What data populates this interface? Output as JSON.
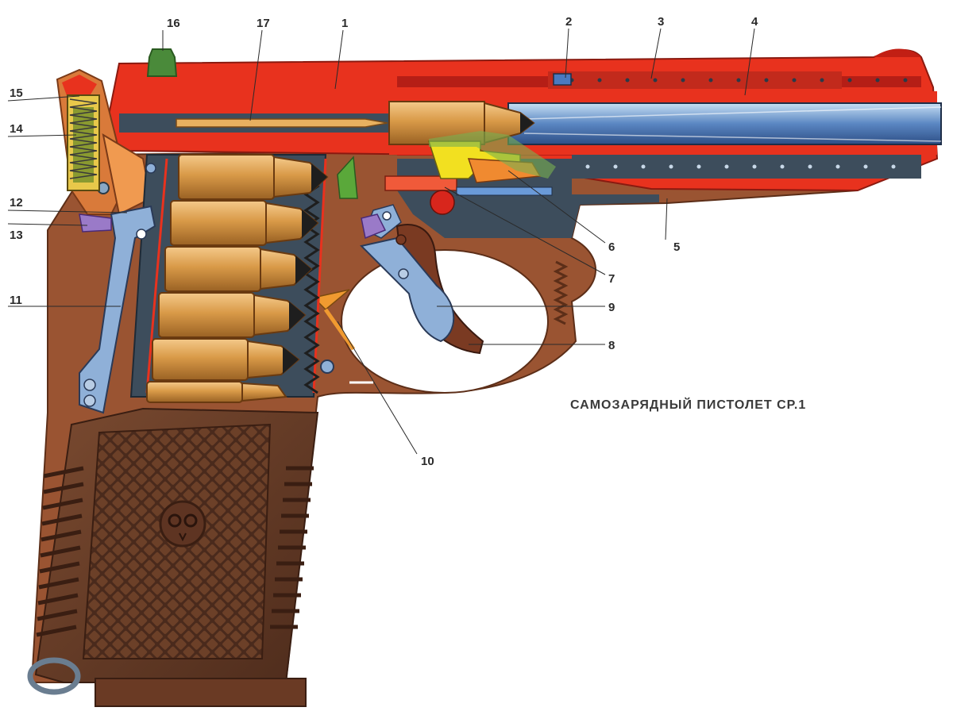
{
  "caption": "САМОЗАРЯДНЫЙ ПИСТОЛЕТ СР.1",
  "callouts": {
    "n1": "1",
    "n2": "2",
    "n3": "3",
    "n4": "4",
    "n5": "5",
    "n6": "6",
    "n7": "7",
    "n8": "8",
    "n9": "9",
    "n10": "10",
    "n11": "11",
    "n12": "12",
    "n13": "13",
    "n14": "14",
    "n15": "15",
    "n16": "16",
    "n17": "17"
  },
  "colors": {
    "slide": "#e8321e",
    "slide_dark": "#c21f14",
    "frame": "#8a4a2a",
    "grip": "#5a3322",
    "barrel": "#3f6fb0",
    "barrel_light": "#9cc4e8",
    "brass": "#d99a48",
    "bullet": "#1e1e1e",
    "inner": "#3a4a58",
    "spring": "#2f3d48",
    "light_blue": "#8fb0d8",
    "yellow": "#f2e020",
    "orange": "#f08a30",
    "green": "#5a9a2e",
    "purple": "#8a6ab8"
  },
  "icons": {
    "grip_emblem": "owl-emblem-icon"
  }
}
